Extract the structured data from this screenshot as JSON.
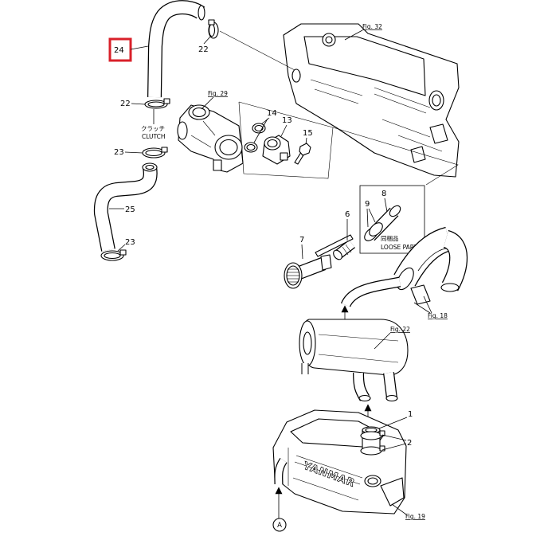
{
  "callouts": {
    "part_24": "24",
    "part_22_top": "22",
    "part_22_mid": "22",
    "part_23_top": "23",
    "part_25": "25",
    "part_23_bottom": "23",
    "part_14": "14",
    "part_13": "13",
    "part_15": "15",
    "part_8": "8",
    "part_9": "9",
    "part_6": "6",
    "part_7": "7",
    "part_1": "1",
    "part_2": "2"
  },
  "figure_refs": {
    "fig32": "Fig. 32",
    "fig29": "Fig. 29",
    "fig18": "Fig. 18",
    "fig22": "Fig. 22",
    "fig19": "Fig. 19"
  },
  "clutch_label": {
    "ja": "クラッチ",
    "en": "CLUTCH"
  },
  "loose_parts": {
    "ja": "同梱品",
    "en": "LOOSE PARTS"
  },
  "connector_ref": "A",
  "engine_brand": "YANMAR",
  "colors": {
    "highlight": "#d9202a"
  }
}
